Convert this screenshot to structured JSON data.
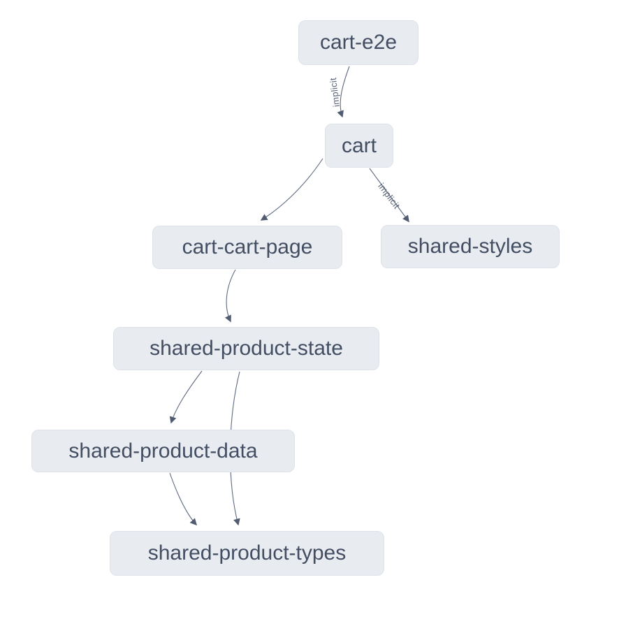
{
  "graph": {
    "nodes": [
      {
        "id": "cart-e2e",
        "label": "cart-e2e"
      },
      {
        "id": "cart",
        "label": "cart"
      },
      {
        "id": "cart-cart-page",
        "label": "cart-cart-page"
      },
      {
        "id": "shared-styles",
        "label": "shared-styles"
      },
      {
        "id": "shared-product-state",
        "label": "shared-product-state"
      },
      {
        "id": "shared-product-data",
        "label": "shared-product-data"
      },
      {
        "id": "shared-product-types",
        "label": "shared-product-types"
      }
    ],
    "edges": [
      {
        "from": "cart-e2e",
        "to": "cart",
        "label": "implicit"
      },
      {
        "from": "cart",
        "to": "cart-cart-page",
        "label": ""
      },
      {
        "from": "cart",
        "to": "shared-styles",
        "label": "implicit"
      },
      {
        "from": "cart-cart-page",
        "to": "shared-product-state",
        "label": ""
      },
      {
        "from": "shared-product-state",
        "to": "shared-product-data",
        "label": ""
      },
      {
        "from": "shared-product-state",
        "to": "shared-product-types",
        "label": ""
      },
      {
        "from": "shared-product-data",
        "to": "shared-product-types",
        "label": ""
      }
    ]
  },
  "colors": {
    "background": "#ffffff",
    "node_fill": "#e8ecf1",
    "node_border": "#dde2ea",
    "node_text": "#434e63",
    "edge": "#5f6a80",
    "edge_label": "#5a6478"
  }
}
